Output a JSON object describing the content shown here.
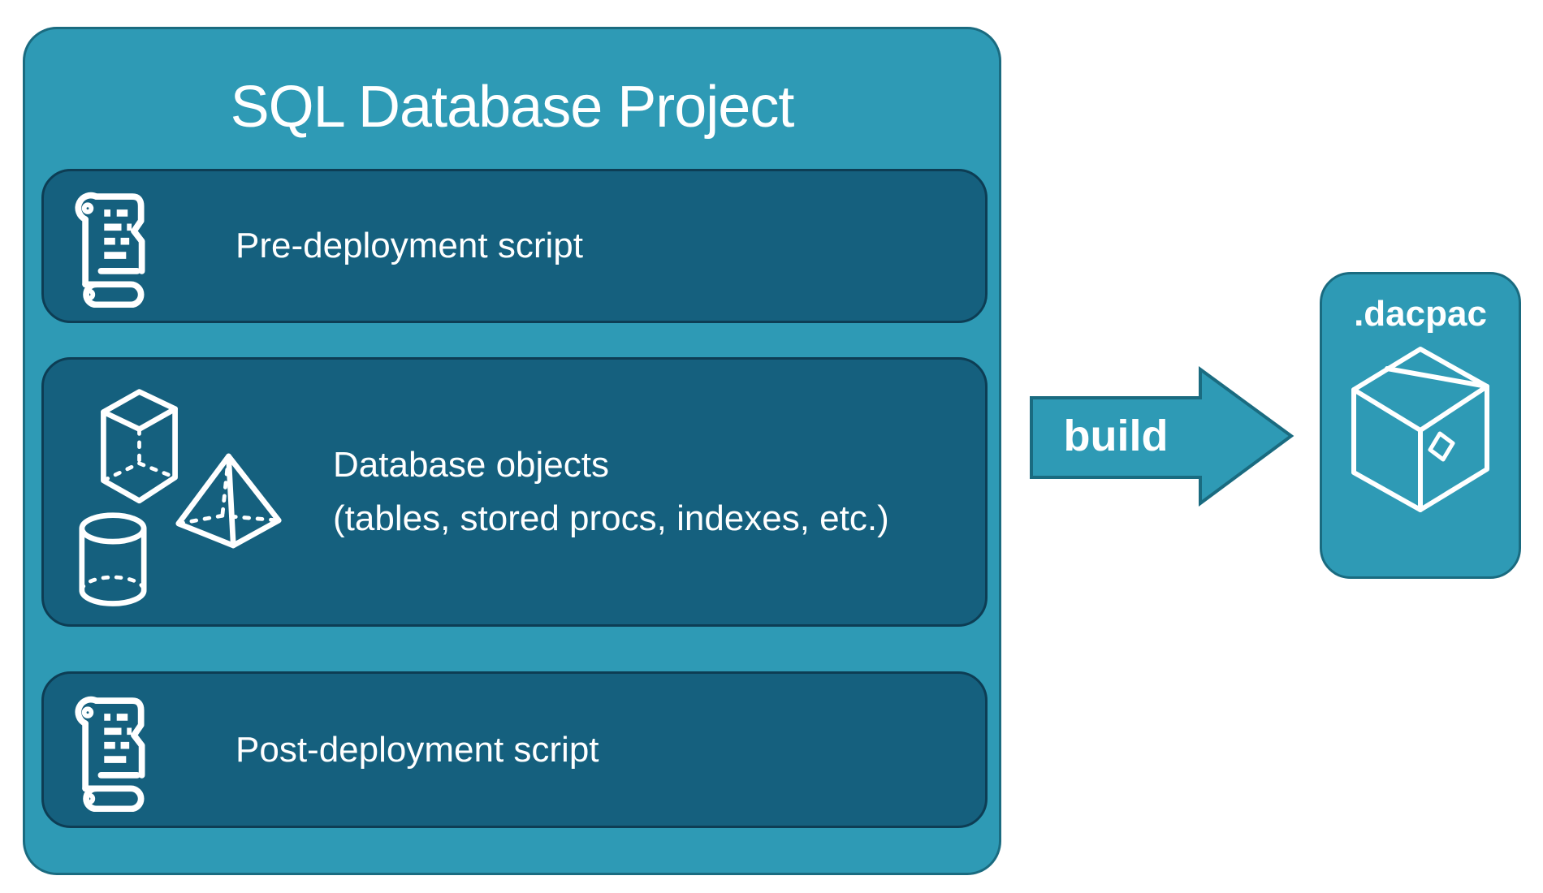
{
  "colors": {
    "container_fill": "#2E9AB5",
    "container_border": "#1A6B80",
    "item_fill": "#15607E",
    "item_border": "#0D3D54",
    "text": "#FFFFFF"
  },
  "project": {
    "title": "SQL Database Project",
    "pre_deployment": {
      "label": "Pre-deployment script",
      "icon": "scroll-icon"
    },
    "database_objects": {
      "line1": "Database objects",
      "line2": "(tables, stored procs, indexes, etc.)",
      "icons": [
        "cube-icon",
        "pyramid-icon",
        "cylinder-icon"
      ]
    },
    "post_deployment": {
      "label": "Post-deployment script",
      "icon": "scroll-icon"
    }
  },
  "build_arrow": {
    "label": "build"
  },
  "dacpac": {
    "label": ".dacpac",
    "icon": "package-icon"
  }
}
